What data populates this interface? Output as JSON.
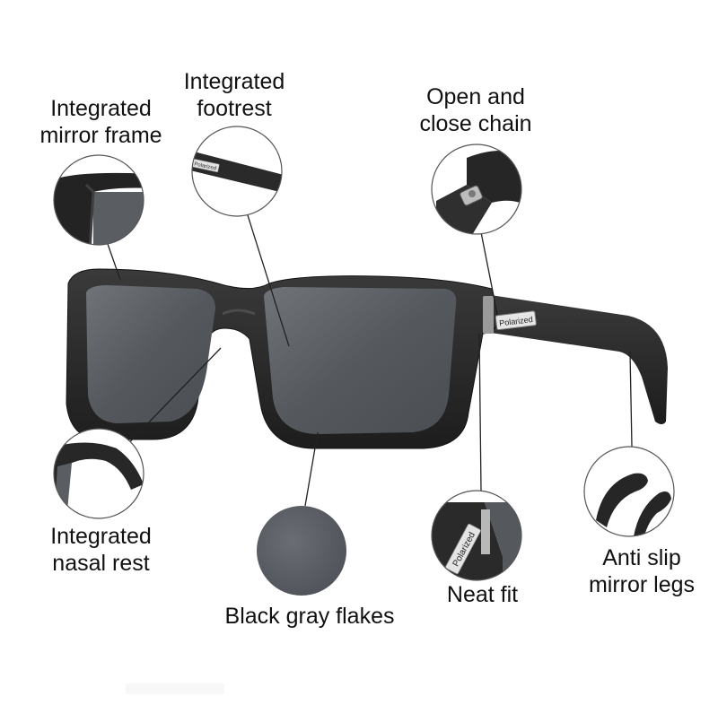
{
  "labels": {
    "mirror_frame": [
      "Integrated",
      "mirror frame"
    ],
    "footrest": [
      "Integrated",
      "footrest"
    ],
    "chain": [
      "Open and",
      "close chain"
    ],
    "nasal_rest": [
      "Integrated",
      "nasal rest"
    ],
    "flakes": [
      "Black gray flakes"
    ],
    "neat_fit": [
      "Neat fit"
    ],
    "anti_slip": [
      "Anti slip",
      "mirror legs"
    ]
  },
  "stamp_text": "Polarized",
  "colors": {
    "frame": "#2b2b2b",
    "frame_edge": "#161616",
    "lens": "#54585e",
    "lens_light": "#6e7278",
    "callout_ring": "#555555",
    "leader_line": "#222222",
    "flake_swatch": "#5c6066"
  }
}
